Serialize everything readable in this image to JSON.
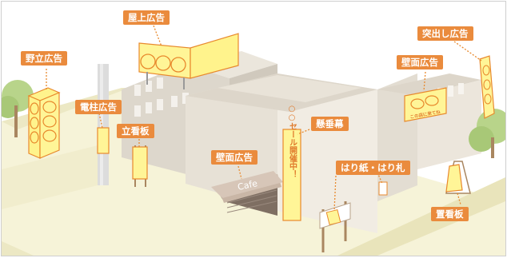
{
  "labels": {
    "rooftop_sign": "屋上広告",
    "field_sign": "野立広告",
    "projecting_sign": "突出し広告",
    "wall_sign_right": "壁面広告",
    "pole_sign": "電柱広告",
    "standing_sign": "立看板",
    "banner": "懸垂幕",
    "wall_sign_front": "壁面広告",
    "posters": "はり紙・はり札",
    "placed_sign": "置看板"
  },
  "sign_texts": {
    "rooftop": "○○○",
    "wall_right": "この店に来てね",
    "awning": "Cafe",
    "banner": "○○セール開催中！"
  },
  "colors": {
    "label_bg": "#ea8b3d",
    "sign_fill": "#fff597",
    "sign_border": "#e8892d",
    "leader": "#e8892d"
  }
}
